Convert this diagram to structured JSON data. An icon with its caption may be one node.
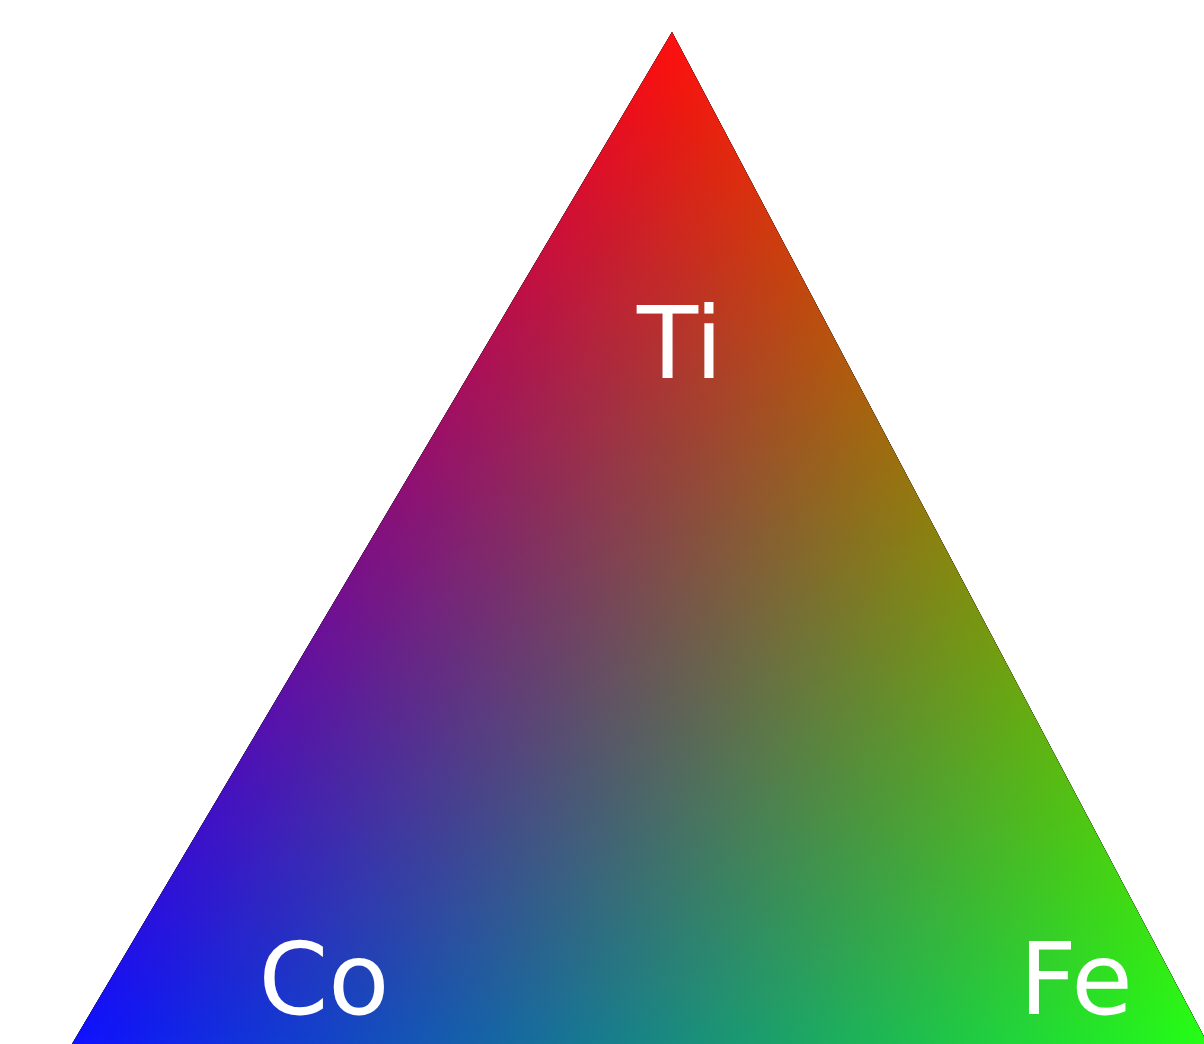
{
  "diagram": {
    "labels": [
      "Ti",
      "Co",
      "Fe"
    ]
  }
}
